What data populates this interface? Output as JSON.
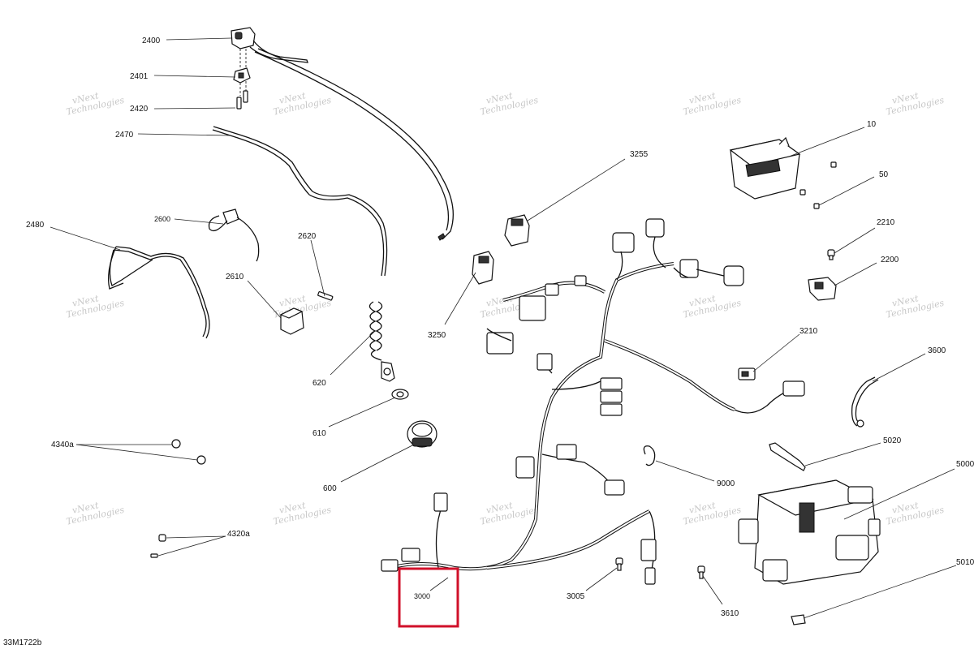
{
  "diagram": {
    "code": "33M1722b",
    "watermark_line1": "vNext",
    "watermark_line2": "Technologies",
    "highlight_color": "#d0102a",
    "labels": {
      "l2400": "2400",
      "l2401": "2401",
      "l2420": "2420",
      "l2470": "2470",
      "l2480": "2480",
      "l2600": "2600",
      "l2610": "2610",
      "l2620": "2620",
      "l620": "620",
      "l610": "610",
      "l600": "600",
      "l4340a": "4340a",
      "l4320a": "4320a",
      "l3255": "3255",
      "l3250": "3250",
      "l3000": "3000",
      "l3005": "3005",
      "l10": "10",
      "l50": "50",
      "l2210": "2210",
      "l2200": "2200",
      "l3210": "3210",
      "l3600": "3600",
      "l5020": "5020",
      "l9000": "9000",
      "l5000": "5000",
      "l5010": "5010",
      "l3610": "3610"
    }
  }
}
